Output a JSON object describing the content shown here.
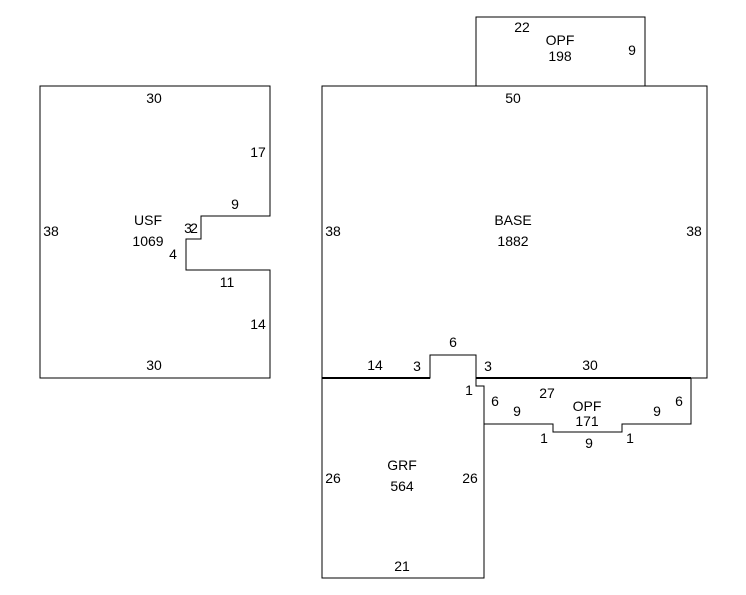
{
  "areas": {
    "usf": {
      "name": "USF",
      "value": "1069"
    },
    "base": {
      "name": "BASE",
      "value": "1882"
    },
    "opf_top": {
      "name": "OPF",
      "value": "198"
    },
    "opf_right": {
      "name": "OPF",
      "value": "171"
    },
    "grf": {
      "name": "GRF",
      "value": "564"
    }
  },
  "dims": {
    "usf_top": "30",
    "usf_right_upper": "17",
    "usf_notch_top": "9",
    "usf_notch_a": "3",
    "usf_notch_b": "2",
    "usf_notch_c": "4",
    "usf_notch_bottom": "11",
    "usf_right_lower": "14",
    "usf_left": "38",
    "usf_bottom": "30",
    "opf_top_width": "22",
    "opf_top_height": "9",
    "base_top": "50",
    "base_left": "38",
    "base_right": "38",
    "base_bottom_left": "14",
    "base_step_left": "3",
    "base_step_top": "6",
    "base_step_right": "3",
    "base_bottom_right": "30",
    "grf_offset": "1",
    "grf_left": "26",
    "grf_right": "26",
    "grf_bottom": "21",
    "opf_right_top": "27",
    "opf_right_left": "6",
    "opf_right_right": "6",
    "opf_right_slope_left": "9",
    "opf_right_slope_right": "9",
    "opf_right_step_left": "1",
    "opf_right_step_right": "1",
    "opf_right_bottom": "9"
  }
}
